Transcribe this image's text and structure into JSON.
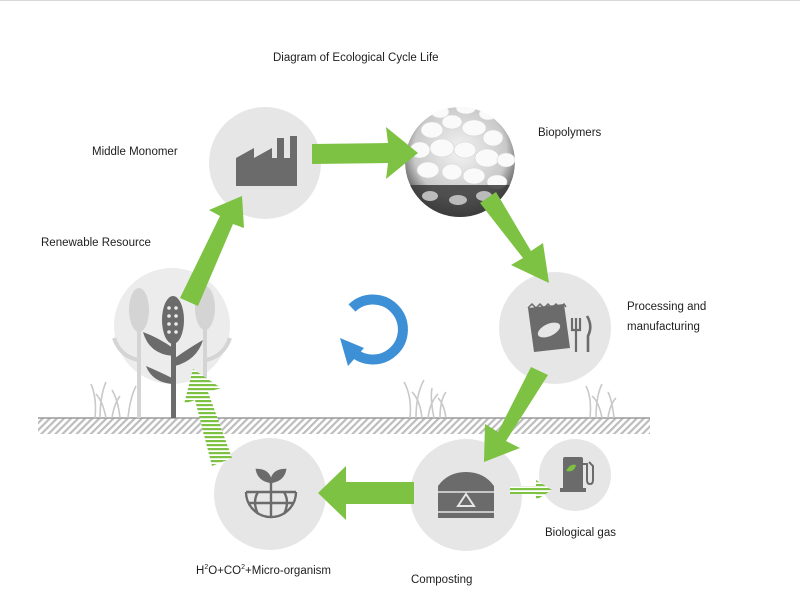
{
  "title": "Diagram of Ecological Cycle Life",
  "stages": {
    "middle_monomer": "Middle Monomer",
    "biopolymers": "Biopolymers",
    "processing_line1": "Processing and",
    "processing_line2": "manufacturing",
    "biological_gas": "Biological gas",
    "composting": "Composting",
    "h2o_part1": "H",
    "h2o_sup1": "2",
    "h2o_part2": "O+CO",
    "h2o_sup2": "2",
    "h2o_part3": "+Micro-organism",
    "renewable_resource": "Renewable Resource"
  },
  "colors": {
    "arrow_green": "#7dc242",
    "circle_gray": "#e6e6e6",
    "icon_gray": "#6b6b6b",
    "cycle_blue": "#3d8fd6"
  },
  "icons": [
    "factory-icon",
    "pellets-image",
    "package-food-icon",
    "fuel-pump-icon",
    "compost-bin-icon",
    "globe-plant-icon",
    "corn-plant-icon",
    "cycle-arrow-icon"
  ]
}
